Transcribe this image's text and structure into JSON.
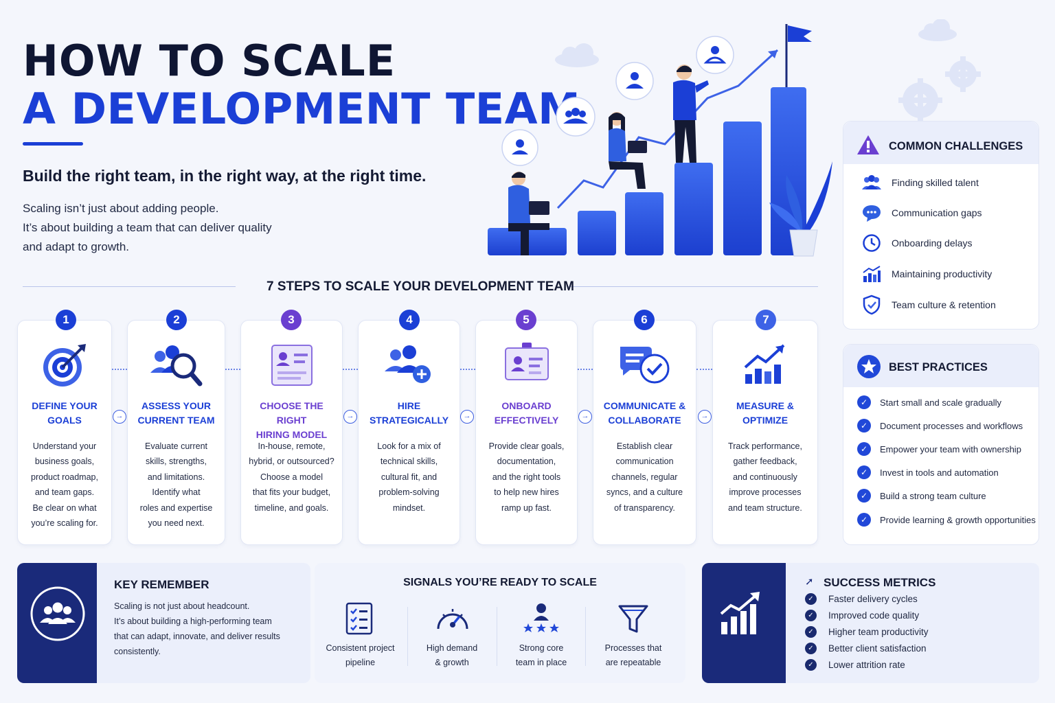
{
  "header": {
    "title_line1": "HOW TO SCALE",
    "title_line2": "A DEVELOPMENT TEAM",
    "tagline": "Build the right team, in the right way, at the right time.",
    "intro": [
      "Scaling isn’t just about adding people.",
      "It’s about building a team that can deliver quality",
      "and adapt to growth."
    ]
  },
  "steps_heading": "7 STEPS TO SCALE YOUR DEVELOPMENT TEAM",
  "steps": [
    {
      "num": "1",
      "title": [
        "DEFINE YOUR",
        "GOALS"
      ],
      "icon": "target-icon",
      "desc": [
        "Understand your",
        "business goals,",
        "product roadmap,",
        "and team gaps.",
        "Be clear on what",
        "you’re scaling for."
      ]
    },
    {
      "num": "2",
      "title": [
        "ASSESS YOUR",
        "CURRENT TEAM"
      ],
      "icon": "team-search-icon",
      "desc": [
        "Evaluate current",
        "skills, strengths,",
        "and limitations.",
        "Identify what",
        "roles and expertise",
        "you need next."
      ]
    },
    {
      "num": "3",
      "title": [
        "CHOOSE THE RIGHT",
        "HIRING MODEL"
      ],
      "icon": "profile-card-icon",
      "desc": [
        "In-house, remote,",
        "hybrid, or outsourced?",
        "Choose a model",
        "that fits your budget,",
        "timeline, and goals."
      ]
    },
    {
      "num": "4",
      "title": [
        "HIRE STRATEGICALLY"
      ],
      "icon": "add-user-icon",
      "desc": [
        "Look for a mix of",
        "technical skills,",
        "cultural fit, and",
        "problem-solving",
        "mindset."
      ]
    },
    {
      "num": "5",
      "title": [
        "ONBOARD",
        "EFFECTIVELY"
      ],
      "icon": "id-badge-icon",
      "desc": [
        "Provide clear goals,",
        "documentation,",
        "and the right tools",
        "to help new hires",
        "ramp up fast."
      ]
    },
    {
      "num": "6",
      "title": [
        "COMMUNICATE &",
        "COLLABORATE"
      ],
      "icon": "chat-bubbles-icon",
      "desc": [
        "Establish clear",
        "communication",
        "channels, regular",
        "syncs, and a culture",
        "of transparency."
      ]
    },
    {
      "num": "7",
      "title": [
        "MEASURE &",
        "OPTIMIZE"
      ],
      "icon": "growth-chart-icon",
      "desc": [
        "Track performance,",
        "gather feedback,",
        "and continuously",
        "improve processes",
        "and team structure."
      ]
    }
  ],
  "challenges": {
    "title": "COMMON CHALLENGES",
    "items": [
      {
        "label": "Finding skilled talent",
        "icon": "people-icon"
      },
      {
        "label": "Communication gaps",
        "icon": "chat-icon"
      },
      {
        "label": "Onboarding delays",
        "icon": "clock-icon"
      },
      {
        "label": "Maintaining productivity",
        "icon": "bar-chart-icon"
      },
      {
        "label": "Team culture & retention",
        "icon": "shield-check-icon"
      }
    ]
  },
  "best_practices": {
    "title": "BEST PRACTICES",
    "items": [
      "Start small and scale gradually",
      "Document processes and workflows",
      "Empower your team with ownership",
      "Invest in tools and automation",
      "Build a strong team culture",
      "Provide learning & growth opportunities"
    ]
  },
  "key_remember": {
    "title": "KEY REMEMBER",
    "text": [
      "Scaling is not just about headcount.",
      "It’s about building a high-performing team",
      "that can adapt, innovate, and deliver results",
      "consistently."
    ]
  },
  "signals": {
    "title": "SIGNALS YOU’RE READY TO SCALE",
    "items": [
      {
        "label": [
          "Consistent project",
          "pipeline"
        ],
        "icon": "checklist-icon"
      },
      {
        "label": [
          "High demand",
          "& growth"
        ],
        "icon": "speedometer-icon"
      },
      {
        "label": [
          "Strong core",
          "team in place"
        ],
        "icon": "star-team-icon"
      },
      {
        "label": [
          "Processes that",
          "are repeatable"
        ],
        "icon": "funnel-icon"
      }
    ]
  },
  "success_metrics": {
    "title": "SUCCESS METRICS",
    "items": [
      "Faster delivery cycles",
      "Improved code quality",
      "Higher team productivity",
      "Better client satisfaction",
      "Lower attrition rate"
    ]
  },
  "colors": {
    "primary": "#1b3fd6",
    "dark_navy": "#1a2a7a",
    "purple": "#6a3fd0",
    "text": "#141a33"
  }
}
